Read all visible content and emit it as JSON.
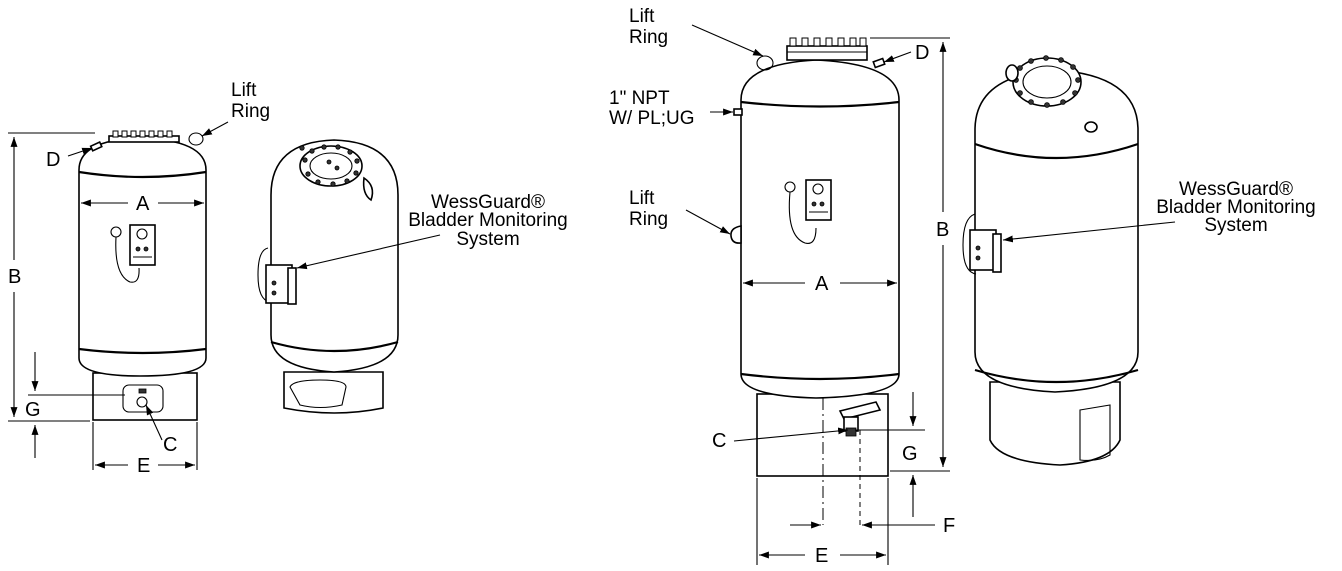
{
  "labels": {
    "lift_ring_left": [
      "Lift",
      "Ring"
    ],
    "lift_ring_top": [
      "Lift",
      "Ring"
    ],
    "lift_ring_side": [
      "Lift",
      "Ring"
    ],
    "npt": [
      "1\" NPT",
      "W/ PL;UG"
    ],
    "wessguard_left": [
      "WessGuard®",
      "Bladder Monitoring",
      "System"
    ],
    "wessguard_right": [
      "WessGuard®",
      "Bladder Monitoring",
      "System"
    ]
  },
  "dimensions": {
    "A": "A",
    "B": "B",
    "C": "C",
    "D": "D",
    "E": "E",
    "F": "F",
    "G": "G"
  }
}
